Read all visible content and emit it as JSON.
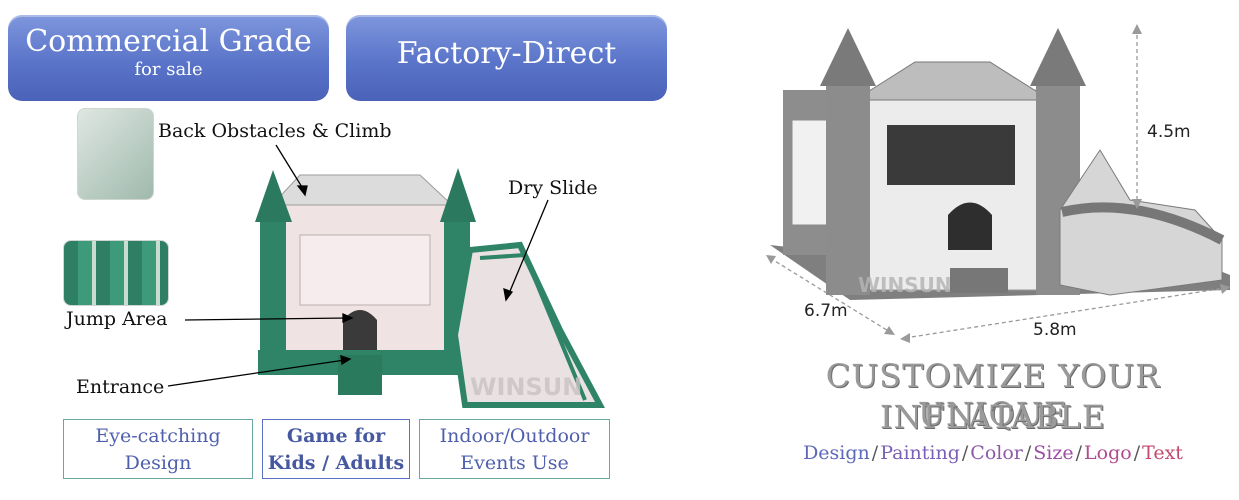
{
  "badges": {
    "commercial_title": "Commercial Grade",
    "commercial_sub": "for sale",
    "factory": "Factory-Direct"
  },
  "labels": {
    "back": "Back Obstacles & Climb",
    "dry_slide": "Dry Slide",
    "jump": "Jump Area",
    "entrance": "Entrance"
  },
  "features": [
    {
      "line1": "Eye-catching",
      "line2": "Design"
    },
    {
      "line1": "Game for",
      "line2": "Kids / Adults"
    },
    {
      "line1": "Indoor/Outdoor",
      "line2": "Events Use"
    }
  ],
  "dimensions": {
    "height": "4.5m",
    "depth": "6.7m",
    "width": "5.8m"
  },
  "customize": {
    "line1": "CUSTOMIZE YOUR UNIQUE",
    "line2": "INFLATABLE"
  },
  "options": [
    {
      "label": "Design",
      "color": "#5d68b8"
    },
    {
      "label": "Painting",
      "color": "#7a5fb4"
    },
    {
      "label": "Color",
      "color": "#8b5aa8"
    },
    {
      "label": "Size",
      "color": "#9a4fa2"
    },
    {
      "label": "Logo",
      "color": "#b14a8e"
    },
    {
      "label": "Text",
      "color": "#c04a6d"
    }
  ],
  "watermark": "WINSUN",
  "colors": {
    "green": "#2f8468",
    "pink": "#f0e3e4",
    "gray": "#8f8f8f",
    "badge": "#5a74c9"
  }
}
